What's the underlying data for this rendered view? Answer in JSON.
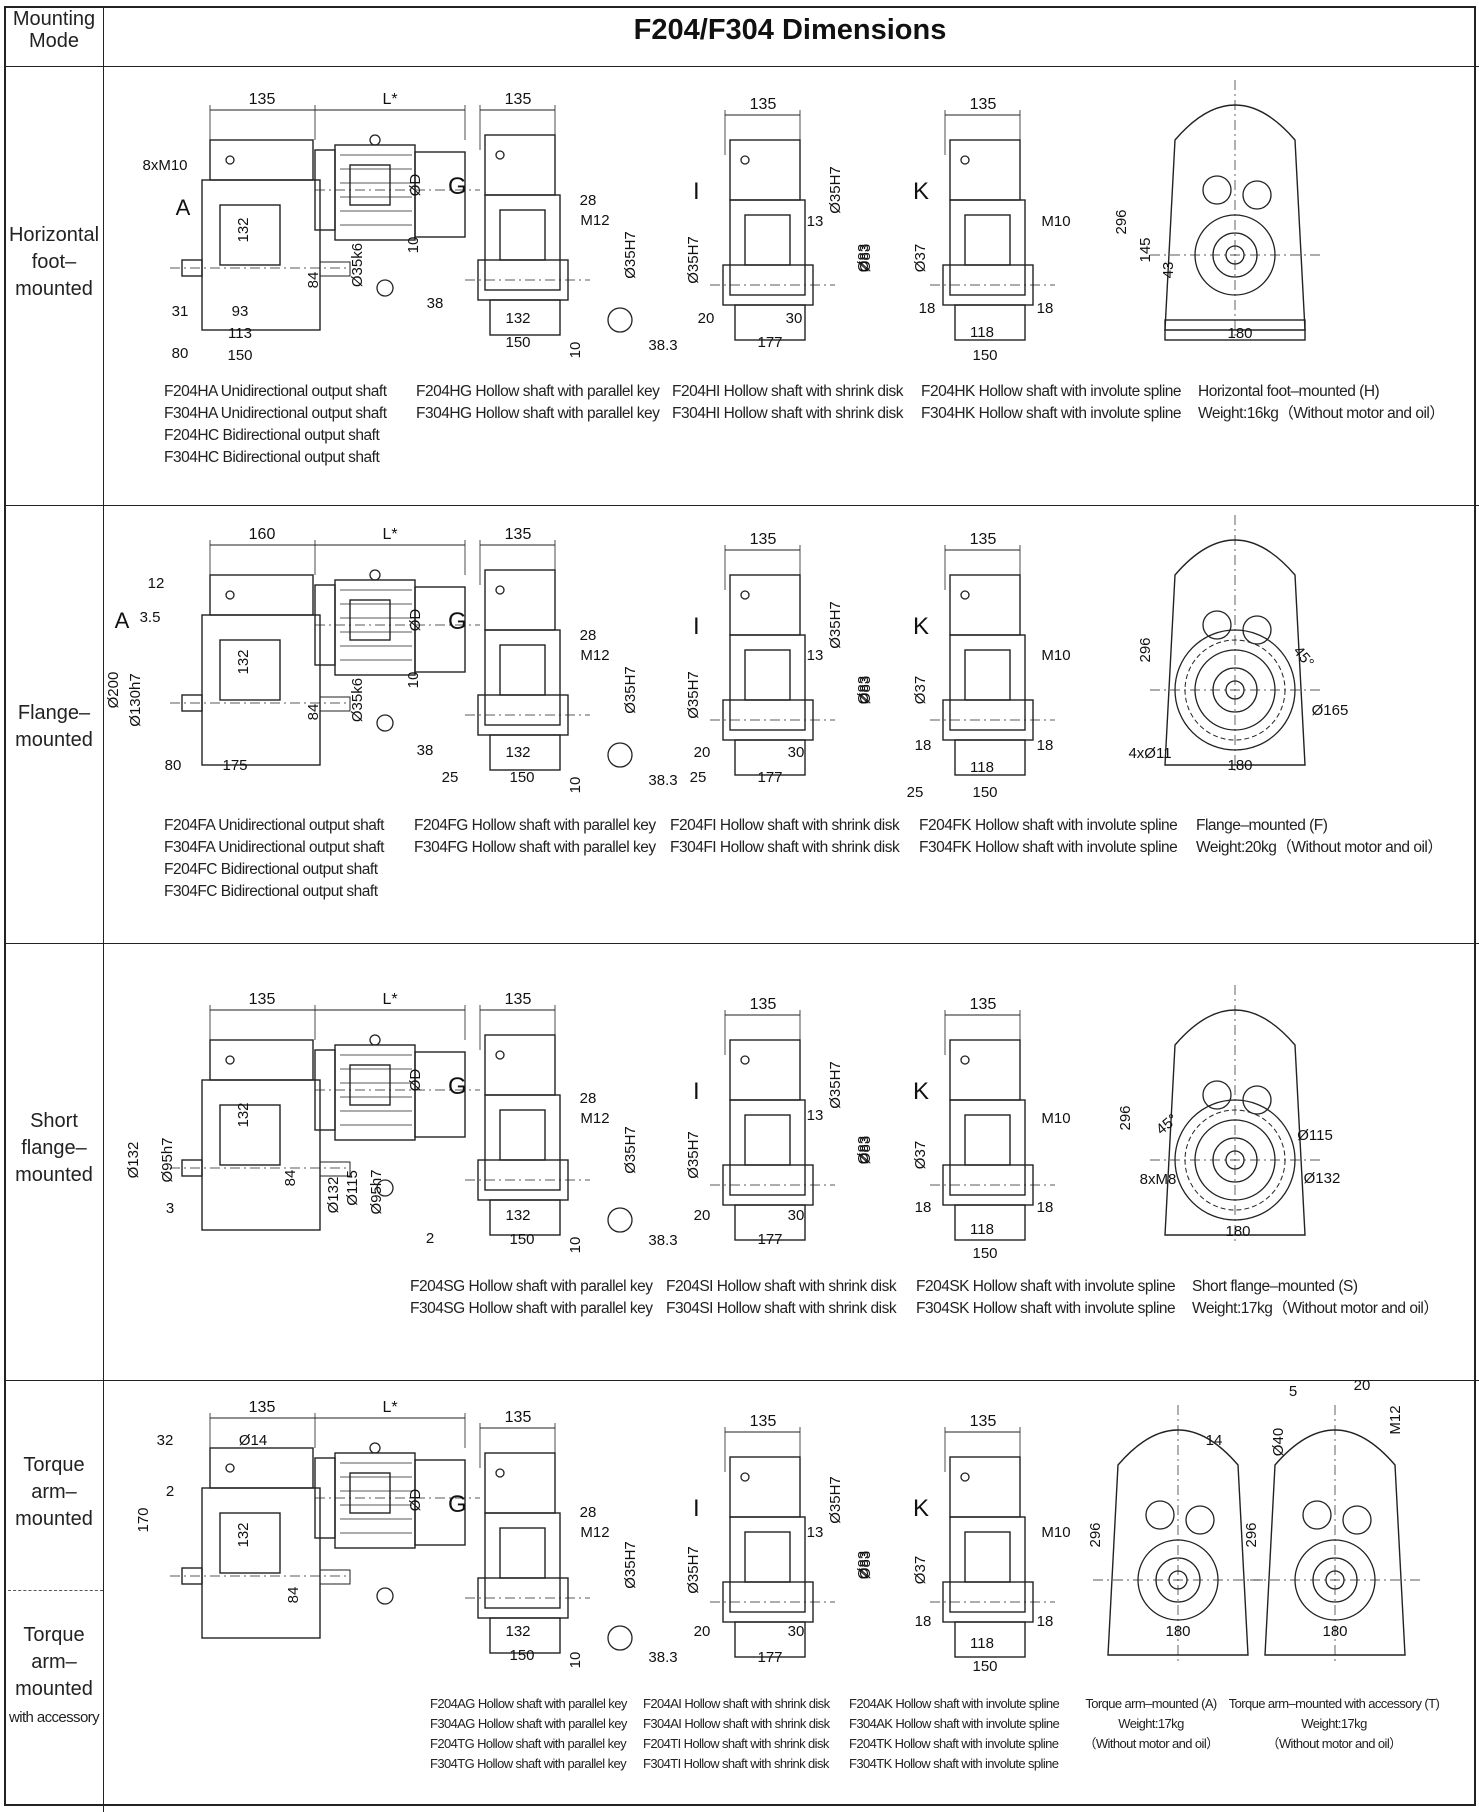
{
  "header": {
    "mode_line1": "Mounting",
    "mode_line2": "Mode",
    "title": "F204/F304 Dimensions"
  },
  "rows": [
    {
      "mode": [
        "Horizontal",
        "foot–",
        "mounted"
      ],
      "dims": {
        "a": {
          "top": [
            "135",
            "L*"
          ],
          "labels": [
            "8xM10",
            "A",
            "ØD",
            "132",
            "10",
            "84",
            "Ø35k6",
            "38",
            "31",
            "93",
            "113",
            "80",
            "150"
          ]
        },
        "g": {
          "top": "135",
          "labels": [
            "G",
            "28",
            "M12",
            "Ø35H7",
            "132",
            "150",
            "10",
            "38.3"
          ]
        },
        "i": {
          "top": "135",
          "labels": [
            "I",
            "13",
            "Ø35H7",
            "Ø35H7",
            "Ø83",
            "20",
            "30",
            "177"
          ]
        },
        "k": {
          "top": "135",
          "labels": [
            "K",
            "M10",
            "Ø37",
            "Ø83",
            "18",
            "18",
            "118",
            "150"
          ]
        },
        "side": {
          "labels": [
            "296",
            "145",
            "43",
            "180"
          ]
        }
      },
      "captions": {
        "a": [
          "F204HA Unidirectional output shaft",
          "F304HA Unidirectional output shaft",
          "F204HC Bidirectional output shaft",
          "F304HC Bidirectional output shaft"
        ],
        "g": [
          "F204HG Hollow shaft with parallel key",
          "F304HG Hollow shaft with parallel key"
        ],
        "i": [
          "F204HI Hollow shaft with shrink disk",
          "F304HI Hollow shaft with shrink disk"
        ],
        "k": [
          "F204HK Hollow shaft with involute spline",
          "F304HK Hollow shaft with involute spline"
        ],
        "side": [
          "Horizontal foot–mounted (H)",
          "Weight:16kg（Without motor and oil）"
        ]
      }
    },
    {
      "mode": [
        "Flange–",
        "mounted"
      ],
      "dims": {
        "a": {
          "top": [
            "160",
            "L*"
          ],
          "labels": [
            "12",
            "A",
            "3.5",
            "ØD",
            "132",
            "Ø200",
            "Ø130h7",
            "10",
            "84",
            "Ø35k6",
            "38",
            "80",
            "175"
          ]
        },
        "g": {
          "top": "135",
          "labels": [
            "G",
            "28",
            "M12",
            "Ø35H7",
            "132",
            "25",
            "150",
            "10",
            "38.3"
          ]
        },
        "i": {
          "top": "135",
          "labels": [
            "I",
            "13",
            "Ø35H7",
            "Ø35H7",
            "Ø83",
            "20",
            "30",
            "25",
            "177"
          ]
        },
        "k": {
          "top": "135",
          "labels": [
            "K",
            "M10",
            "Ø37",
            "Ø83",
            "18",
            "18",
            "118",
            "25",
            "150"
          ]
        },
        "side": {
          "labels": [
            "296",
            "45°",
            "Ø165",
            "4xØ11",
            "180"
          ]
        }
      },
      "captions": {
        "a": [
          "F204FA Unidirectional output shaft",
          "F304FA Unidirectional output shaft",
          "F204FC Bidirectional output shaft",
          "F304FC Bidirectional output shaft"
        ],
        "g": [
          "F204FG Hollow shaft with parallel key",
          "F304FG Hollow shaft with parallel key"
        ],
        "i": [
          "F204FI Hollow shaft with shrink disk",
          "F304FI Hollow shaft with shrink disk"
        ],
        "k": [
          "F204FK Hollow shaft with involute spline",
          "F304FK Hollow shaft with involute spline"
        ],
        "side": [
          "Flange–mounted (F)",
          "Weight:20kg（Without motor and oil）"
        ]
      }
    },
    {
      "mode": [
        "Short",
        "flange–",
        "mounted"
      ],
      "dims": {
        "a": {
          "top": [
            "135",
            "L*"
          ],
          "labels": [
            "ØD",
            "132",
            "Ø132",
            "Ø95h7",
            "84",
            "3",
            "Ø132",
            "Ø115",
            "Ø95h7",
            "2"
          ]
        },
        "g": {
          "top": "135",
          "labels": [
            "G",
            "28",
            "M12",
            "Ø35H7",
            "132",
            "150",
            "10",
            "38.3"
          ]
        },
        "i": {
          "top": "135",
          "labels": [
            "I",
            "13",
            "Ø35H7",
            "Ø35H7",
            "Ø83",
            "20",
            "30",
            "177"
          ]
        },
        "k": {
          "top": "135",
          "labels": [
            "K",
            "M10",
            "Ø37",
            "Ø83",
            "18",
            "18",
            "118",
            "150"
          ]
        },
        "side": {
          "labels": [
            "296",
            "45°",
            "Ø115",
            "8xM8",
            "Ø132",
            "180"
          ]
        }
      },
      "captions": {
        "g": [
          "F204SG Hollow shaft with parallel key",
          "F304SG Hollow shaft with parallel key"
        ],
        "i": [
          "F204SI Hollow shaft with shrink disk",
          "F304SI Hollow shaft with shrink disk"
        ],
        "k": [
          "F204SK Hollow shaft with involute spline",
          "F304SK Hollow shaft with involute spline"
        ],
        "side": [
          "Short flange–mounted (S)",
          "Weight:17kg（Without motor and oil）"
        ]
      }
    },
    {
      "mode": [
        "Torque",
        "arm–",
        "mounted"
      ],
      "mode2": [
        "Torque",
        "arm–",
        "mounted",
        "with accessory"
      ],
      "dims": {
        "a": {
          "top": [
            "135",
            "L*"
          ],
          "labels": [
            "32",
            "Ø14",
            "2",
            "170",
            "ØD",
            "132",
            "84"
          ]
        },
        "g": {
          "top": "135",
          "labels": [
            "G",
            "28",
            "M12",
            "Ø35H7",
            "132",
            "150",
            "10",
            "38.3"
          ]
        },
        "i": {
          "top": "135",
          "labels": [
            "I",
            "13",
            "Ø35H7",
            "Ø35H7",
            "Ø83",
            "20",
            "30",
            "177"
          ]
        },
        "k": {
          "top": "135",
          "labels": [
            "K",
            "M10",
            "Ø37",
            "Ø83",
            "18",
            "18",
            "118",
            "150"
          ]
        },
        "side": {
          "labels": [
            "14",
            "296",
            "180"
          ]
        },
        "side2": {
          "labels": [
            "5",
            "20",
            "M12",
            "Ø40",
            "296",
            "180"
          ]
        }
      },
      "captions": {
        "g": [
          "F204AG Hollow shaft with parallel key",
          "F304AG Hollow shaft with parallel key",
          "F204TG Hollow shaft with parallel key",
          "F304TG Hollow shaft with parallel key"
        ],
        "i": [
          "F204AI Hollow shaft with shrink disk",
          "F304AI Hollow shaft with shrink disk",
          "F204TI Hollow shaft with shrink disk",
          "F304TI Hollow shaft with shrink disk"
        ],
        "k": [
          "F204AK Hollow shaft with involute spline",
          "F304AK Hollow shaft with involute spline",
          "F204TK Hollow shaft with involute spline",
          "F304TK Hollow shaft with involute spline"
        ],
        "side": [
          "Torque arm–mounted (A)",
          "Weight:17kg",
          "（Without motor and oil）"
        ],
        "side2": [
          "Torque arm–mounted with accessory (T)",
          "Weight:17kg",
          "（Without motor and oil）"
        ]
      }
    }
  ]
}
